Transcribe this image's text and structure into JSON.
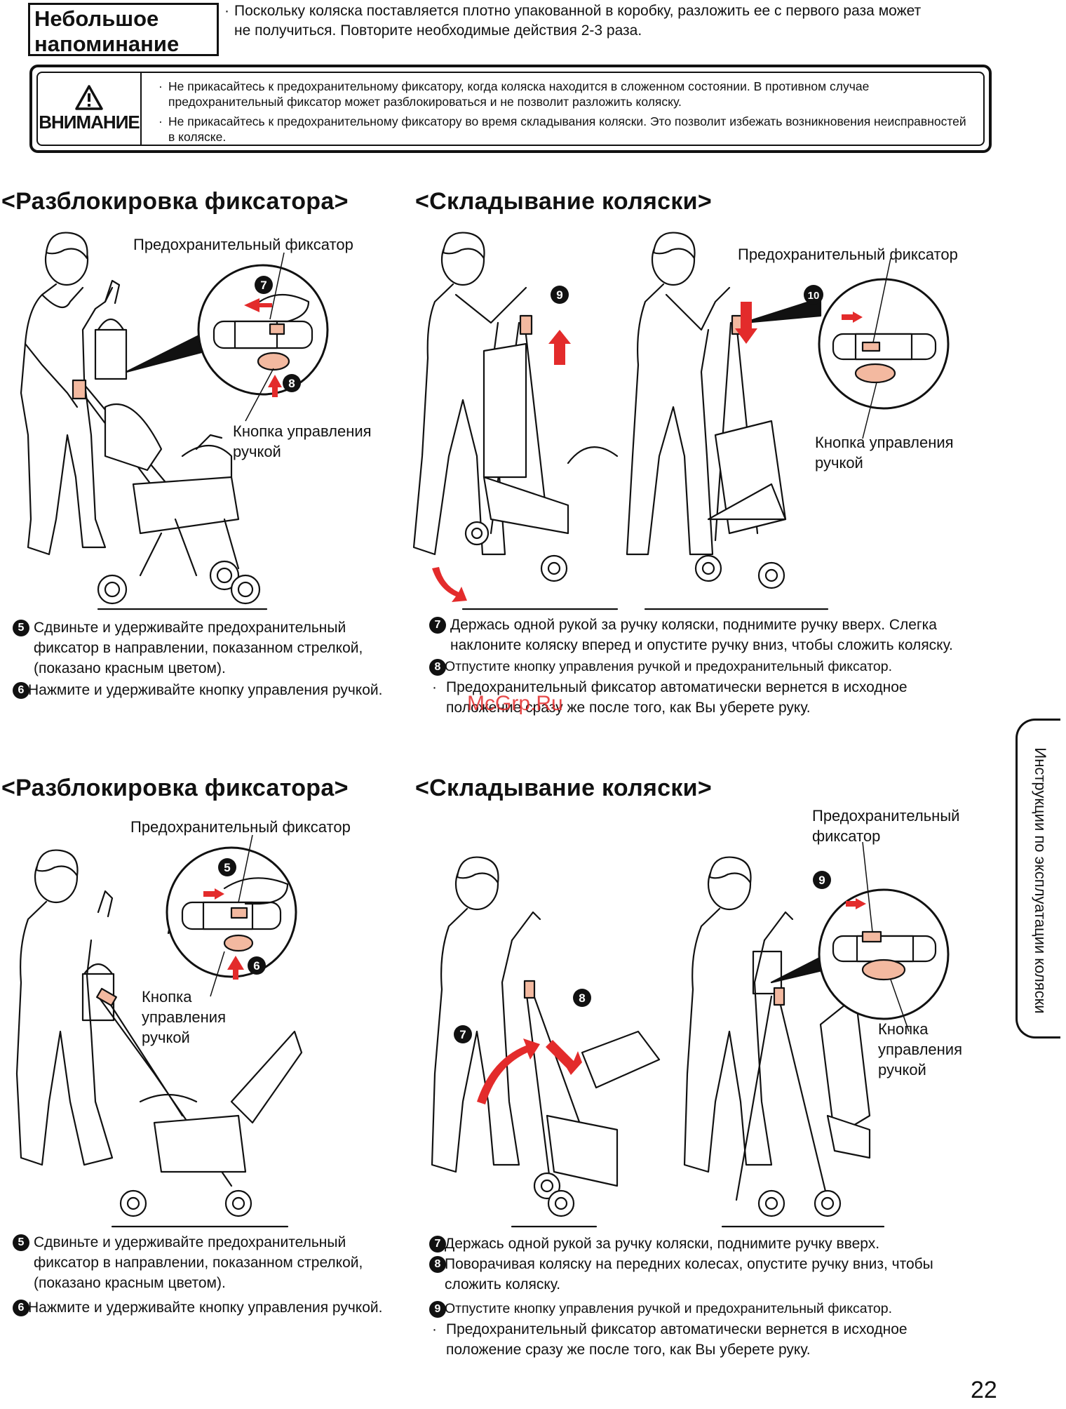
{
  "reminder": {
    "title": "Небольшое\nнапоминание",
    "text": "Поскольку коляска поставляется плотно упакованной в коробку, разложить ее с первого раза может не получиться. Повторите необходимые действия 2-3 раза."
  },
  "warning": {
    "label": "ВНИМАНИЕ",
    "items": [
      "Не прикасайтесь к предохранительному фиксатору, когда коляска находится в сложенном состоянии. В противном случае предохранительный фиксатор может разблокироваться и не позволит разложить коляску.",
      "Не прикасайтесь к предохранительному фиксатору во время складывания коляски. Это позволит избежать возникновения неисправностей в коляске."
    ]
  },
  "top": {
    "unlock": {
      "heading": "<Разблокировка фиксатора>",
      "safety_lock_label": "Предохранительный фиксатор",
      "handle_button_label": "Кнопка управления\nручкой",
      "callout_numbers": [
        "7",
        "8"
      ],
      "steps": [
        {
          "num": "5",
          "text": "Сдвиньте и удерживайте предохранительный фиксатор в направлении, показанном стрелкой, (показано красным цветом)."
        },
        {
          "num": "6",
          "text": "Нажмите и удерживайте кнопку управления ручкой."
        }
      ]
    },
    "fold": {
      "heading": "<Складывание коляски>",
      "safety_lock_label": "Предохранительный фиксатор",
      "handle_button_label": "Кнопка управления\nручкой",
      "callout_numbers": [
        "9",
        "10"
      ],
      "steps": [
        {
          "num": "7",
          "text": "Держась одной рукой за ручку коляски, поднимите ручку вверх. Слегка наклоните коляску вперед и опустите ручку вниз, чтобы сложить коляску."
        },
        {
          "num": "8",
          "text": "Отпустите кнопку управления ручкой и предохранительный фиксатор."
        }
      ],
      "note": "Предохранительный фиксатор автоматически вернется в исходное положение сразу же после того, как Вы уберете руку."
    }
  },
  "bottom": {
    "unlock": {
      "heading": "<Разблокировка фиксатора>",
      "safety_lock_label": "Предохранительный фиксатор",
      "handle_button_label": "Кнопка\nуправления\nручкой",
      "callout_numbers": [
        "5",
        "6"
      ],
      "steps": [
        {
          "num": "5",
          "text": "Сдвиньте и удерживайте предохранительный фиксатор в направлении, показанном стрелкой, (показано красным цветом)."
        },
        {
          "num": "6",
          "text": "Нажмите и удерживайте кнопку управления ручкой."
        }
      ]
    },
    "fold": {
      "heading": "<Складывание коляски>",
      "safety_lock_label": "Предохранительный\nфиксатор",
      "handle_button_label": "Кнопка\nуправления\nручкой",
      "callout_numbers": [
        "7",
        "8",
        "9"
      ],
      "steps": [
        {
          "num": "7",
          "text": "Держась одной рукой за ручку коляски, поднимите ручку вверх."
        },
        {
          "num": "8",
          "text": "Поворачивая коляску на передних колесах, опустите ручку вниз, чтобы сложить коляску."
        },
        {
          "num": "9",
          "text": "Отпустите кнопку управления ручкой и предохранительный фиксатор."
        }
      ],
      "note": "Предохранительный фиксатор автоматически вернется в исходное положение сразу же после того, как Вы уберете руку."
    }
  },
  "side_tab": "Инструкции по эксплуатации коляски",
  "watermark": "McGrp.Ru",
  "page_number": "22",
  "colors": {
    "accent_red": "#e32b2b",
    "skin_orange": "#f3b9a0",
    "text": "#111111"
  }
}
